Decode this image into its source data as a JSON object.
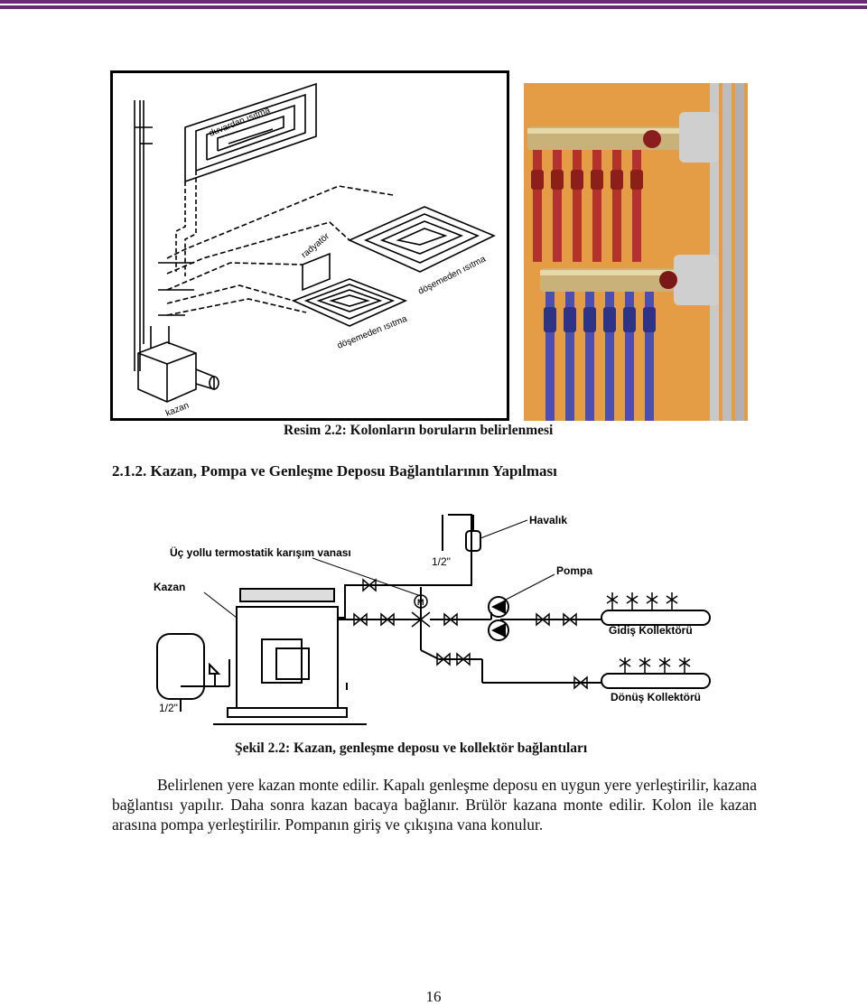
{
  "figure1": {
    "labels": {
      "duvardan": "duvardan ısıtma",
      "radyator": "radyatör",
      "doseme1": "döşemeden ısıtma",
      "doseme2": "döşemeden ısıtma",
      "kazan": "kazan"
    },
    "caption": "Resim 2.2: Kolonların boruların belirlenmesi"
  },
  "section": {
    "heading": "2.1.2. Kazan, Pompa ve Genleşme Deposu Bağlantılarının Yapılması"
  },
  "figure2": {
    "labels": {
      "havalik": "Havalık",
      "uc_yollu": "Üç yollu termostatik karışım vanası",
      "kazan": "Kazan",
      "pompa": "Pompa",
      "half_top": "1/2\"",
      "half_bottom": "1/2\"",
      "gidis": "Gidiş Kollektörü",
      "donus": "Dönüş Kollektörü",
      "motor": "M"
    },
    "caption": "Şekil 2.2: Kazan, genleşme deposu ve kollektör bağlantıları"
  },
  "body_text": "Belirlenen yere kazan monte edilir. Kapalı genleşme deposu en uygun yere yerleştirilir, kazana bağlantısı yapılır. Daha sonra kazan bacaya bağlanır. Brülör kazana monte edilir. Kolon ile kazan arasına pompa yerleştirilir. Pompanın giriş ve çıkışına vana konulur.",
  "page_number": "16",
  "colors": {
    "accent_rule": "#6b2a74",
    "photo_background": "#e8a24a",
    "pipe_red": "#b3322c",
    "pipe_blue": "#4a4fb0",
    "brass": "#c8b27a"
  }
}
